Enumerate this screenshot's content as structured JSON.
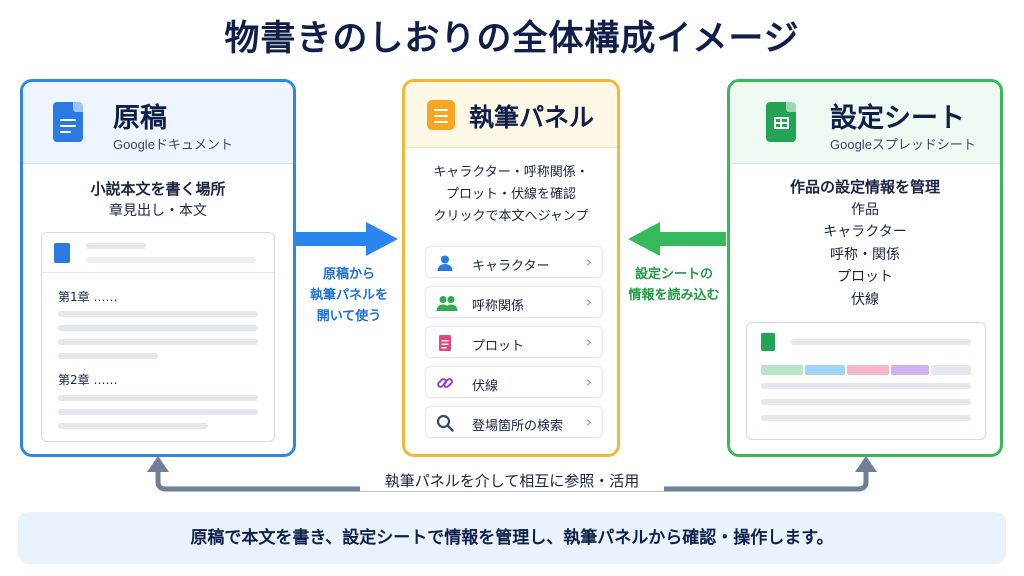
{
  "title": "物書きのしおりの全体構成イメージ",
  "manuscript": {
    "title": "原稿",
    "subtitle": "Googleドキュメント",
    "desc_main": "小説本文を書く場所",
    "desc_sub": "章見出し・本文",
    "chapter1": "第1章 ……",
    "chapter2": "第2章 ……",
    "color": "#2f86ea"
  },
  "panel": {
    "title": "執筆パネル",
    "desc": [
      "キャラクター・呼称関係・",
      "プロット・伏線を確認",
      "クリックで本文へジャンプ"
    ],
    "items": [
      {
        "label": "キャラクター",
        "icon": "person-icon"
      },
      {
        "label": "呼称関係",
        "icon": "people-icon"
      },
      {
        "label": "プロット",
        "icon": "document-icon"
      },
      {
        "label": "伏線",
        "icon": "link-icon"
      },
      {
        "label": "登場箇所の検索",
        "icon": "search-icon"
      }
    ],
    "color": "#f4b636"
  },
  "settings": {
    "title": "設定シート",
    "subtitle": "Googleスプレッドシート",
    "desc_main": "作品の設定情報を管理",
    "items": [
      "作品",
      "キャラクター",
      "呼称・関係",
      "プロット",
      "伏線"
    ],
    "color": "#37b95b"
  },
  "arrows": {
    "left_label": [
      "原稿から",
      "執筆パネルを",
      "開いて使う"
    ],
    "right_label": [
      "設定シートの",
      "情報を読み込む"
    ],
    "bottom_label": "執筆パネルを介して相互に参照・活用"
  },
  "summary": "原稿で本文を書き、設定シートで情報を管理し、執筆パネルから確認・操作します。"
}
